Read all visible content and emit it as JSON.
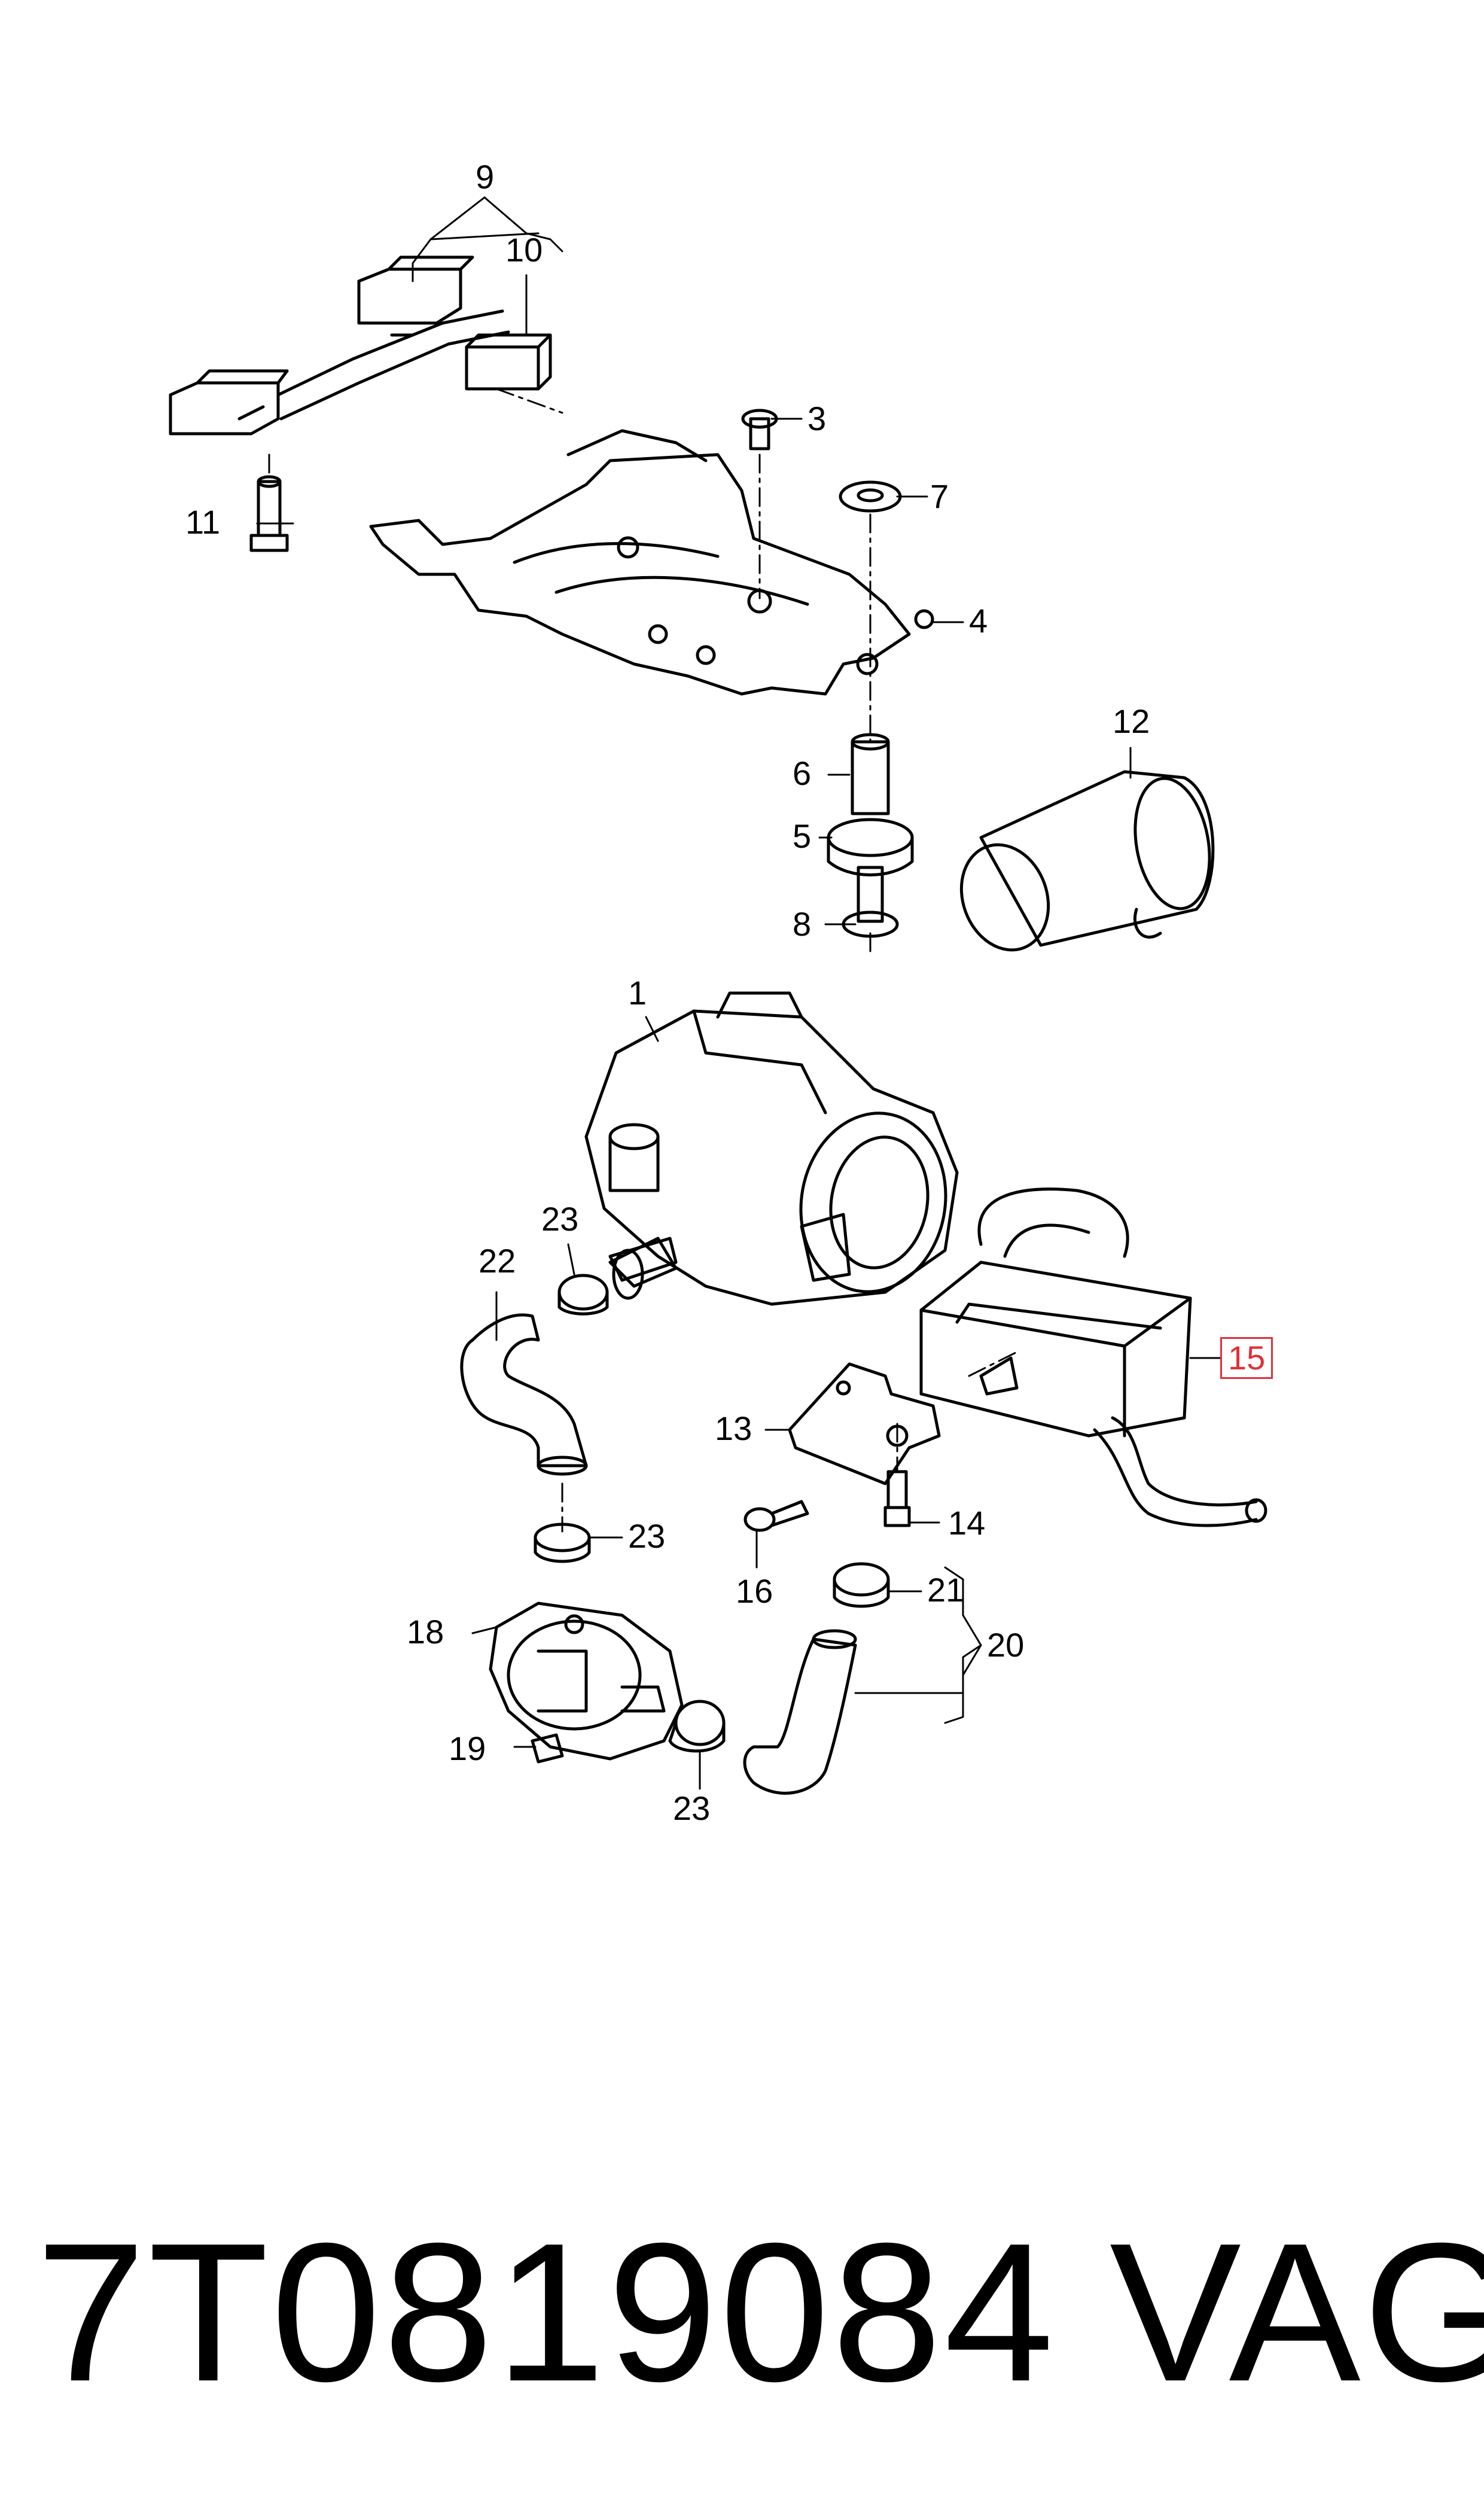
{
  "diagram": {
    "callouts": {
      "c1": "1",
      "c3": "3",
      "c4": "4",
      "c5": "5",
      "c6": "6",
      "c7": "7",
      "c8": "8",
      "c9": "9",
      "c10": "10",
      "c11": "11",
      "c12": "12",
      "c13": "13",
      "c14": "14",
      "c15": "15",
      "c16": "16",
      "c18": "18",
      "c19": "19",
      "c20": "20",
      "c21": "21",
      "c22": "22",
      "c23a": "23",
      "c23b": "23",
      "c23c": "23"
    },
    "highlight_color": "#e0303a"
  },
  "footer": {
    "part_number": "7T0819084",
    "brand": "VAG"
  }
}
